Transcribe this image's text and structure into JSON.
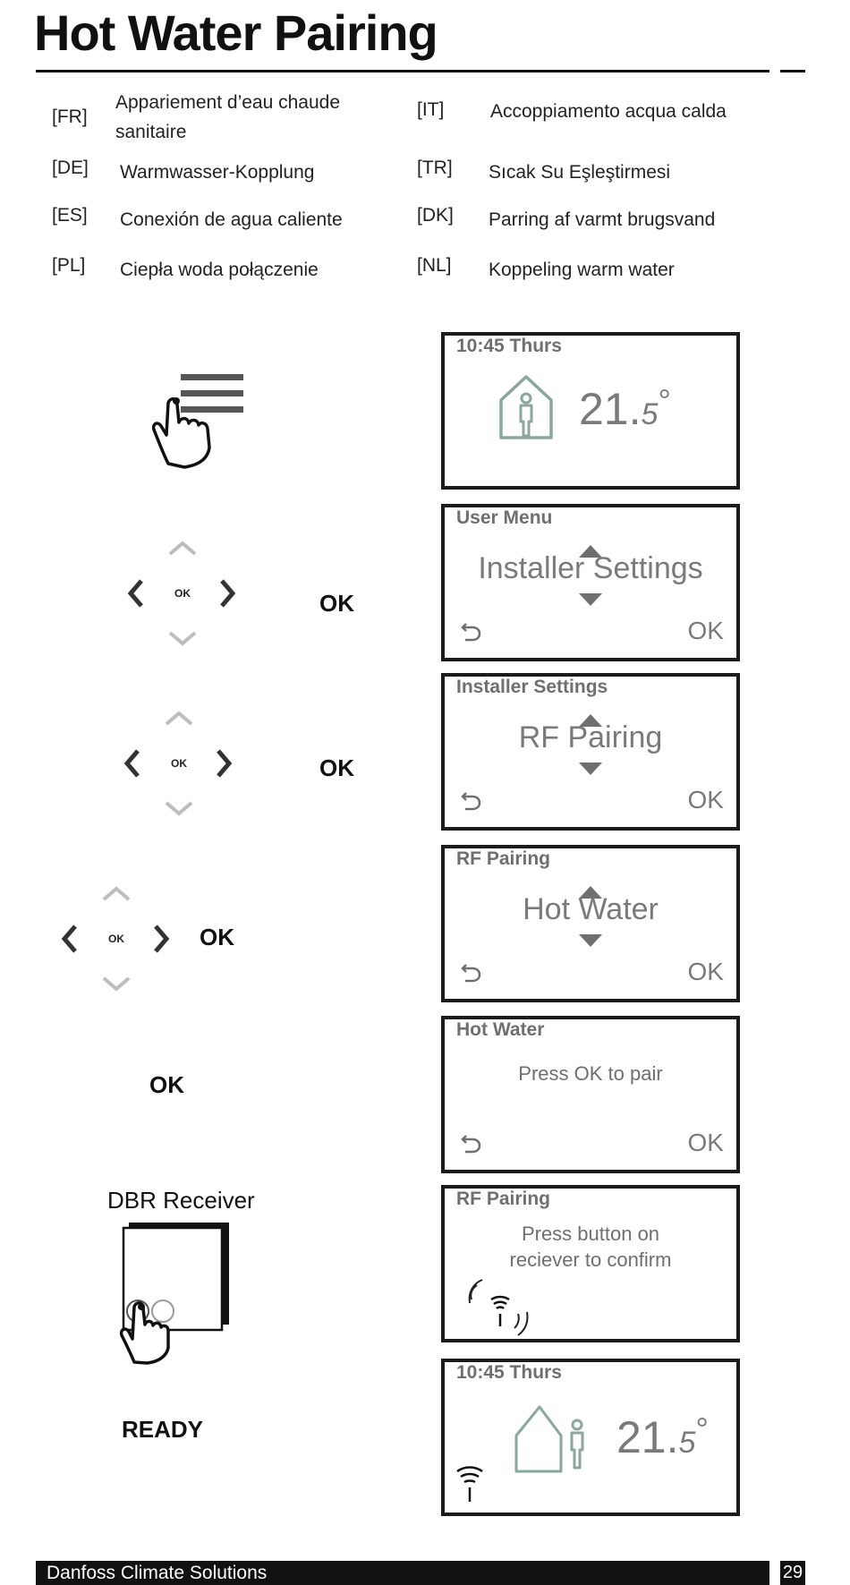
{
  "title": "Hot Water Pairing",
  "translations": [
    {
      "code": "[FR]",
      "text": "Appariement d’eau chaude sanitaire"
    },
    {
      "code": "[IT]",
      "text": "Accoppiamento acqua calda"
    },
    {
      "code": "[DE]",
      "text": "Warmwasser-Kopplung"
    },
    {
      "code": "[TR]",
      "text": "Sıcak Su Eşleştirmesi"
    },
    {
      "code": "[ES]",
      "text": "Conexión de agua caliente"
    },
    {
      "code": "[DK]",
      "text": "Parring af varmt brugsvand"
    },
    {
      "code": "[PL]",
      "text": "Ciepła woda połączenie"
    },
    {
      "code": "[NL]",
      "text": "Koppeling warm water"
    }
  ],
  "dpad_center_label": "OK",
  "steps": [
    {
      "action": "",
      "screen_header": "10:45 Thurs",
      "screen_value": "21.",
      "screen_value_decimal": "5",
      "screen_value_unit": "°"
    },
    {
      "action": "OK",
      "screen_header": "User Menu",
      "screen_main": "Installer Settings",
      "screen_ok": "OK"
    },
    {
      "action": "OK",
      "screen_header": "Installer Settings",
      "screen_main": "RF Pairing",
      "screen_ok": "OK"
    },
    {
      "action": "OK",
      "screen_header": "RF Pairing",
      "screen_main": "Hot Water",
      "screen_ok": "OK"
    },
    {
      "action": "OK",
      "screen_header": "Hot Water",
      "screen_message": "Press OK to pair",
      "screen_ok": "OK"
    },
    {
      "action": "DBR Receiver",
      "screen_header": "RF Pairing",
      "screen_message_line1": "Press button on",
      "screen_message_line2": "reciever to confirm"
    },
    {
      "action": "READY",
      "screen_header": "10:45 Thurs",
      "screen_value": "21.",
      "screen_value_decimal": "5",
      "screen_value_unit": "°"
    }
  ],
  "footer": {
    "brand": "Danfoss Climate Solutions",
    "page_number": "29"
  },
  "colors": {
    "ink": "#111111",
    "screen_text": "#7a7a7a",
    "house_icon": "#8aa79e",
    "dpad_inactive": "#bdbdbd"
  },
  "icons": [
    "menu-press-icon",
    "dpad-icon",
    "house-person-icon",
    "back-arrow-icon",
    "rf-signal-icon",
    "receiver-device-icon"
  ]
}
